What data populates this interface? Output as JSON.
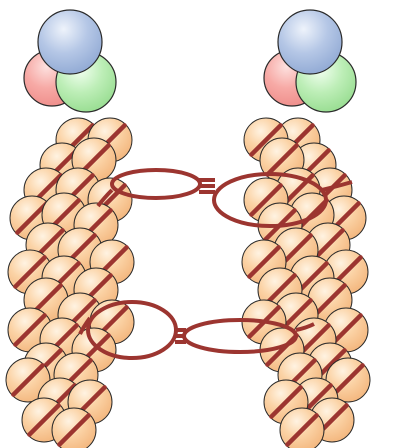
{
  "colors": {
    "bead_fill": "#f8c591",
    "bead_highlight": "#fff1de",
    "bead_stroke": "#2a2a2a",
    "stripe": "#9c3530",
    "link": "#9c3530",
    "head_red": "#f49a98",
    "head_green": "#a8e6a2",
    "head_blue": "#9fb6dc"
  },
  "diagram": {
    "columns": [
      {
        "name": "left-column",
        "heads": [
          "red",
          "green",
          "blue"
        ]
      },
      {
        "name": "right-column",
        "heads": [
          "red",
          "green",
          "blue"
        ]
      }
    ],
    "bridges": 2
  }
}
